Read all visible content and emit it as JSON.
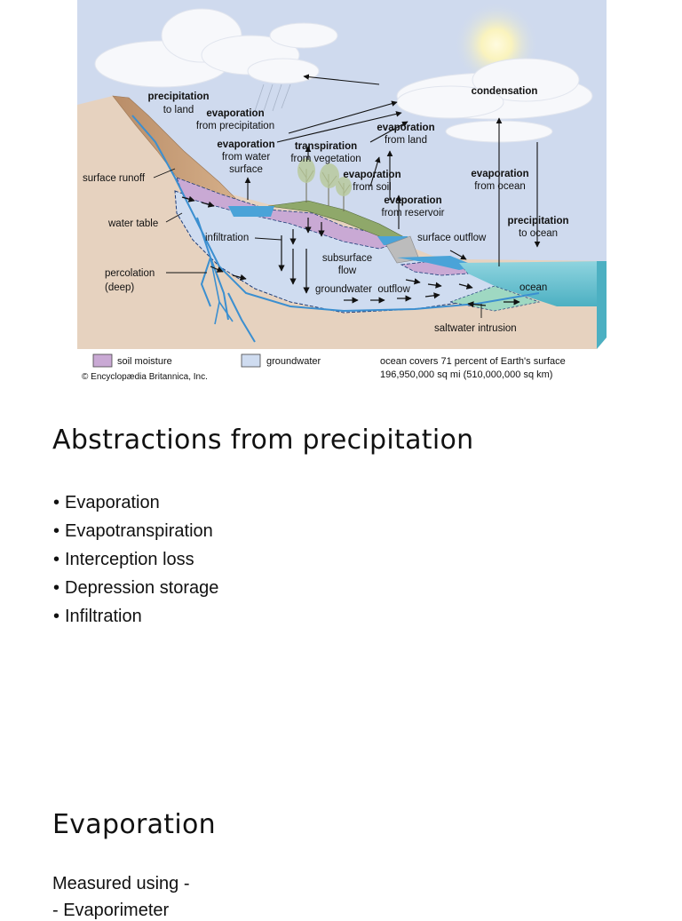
{
  "diagram": {
    "labels": {
      "precipitation_to_land_1": "precipitation",
      "precipitation_to_land_2": "to land",
      "evap_precip_1": "evaporation",
      "evap_precip_2": "from precipitation",
      "condensation": "condensation",
      "evap_land_1": "evaporation",
      "evap_land_2": "from land",
      "evap_water_1": "evaporation",
      "evap_water_2": "from water",
      "evap_water_3": "surface",
      "transpiration_1": "transpiration",
      "transpiration_2": "from vegetation",
      "evap_soil_1": "evaporation",
      "evap_soil_2": "from soil",
      "evap_reservoir_1": "evaporation",
      "evap_reservoir_2": "from reservoir",
      "evap_ocean_1": "evaporation",
      "evap_ocean_2": "from ocean",
      "precip_ocean_1": "precipitation",
      "precip_ocean_2": "to ocean",
      "surface_runoff": "surface runoff",
      "water_table": "water table",
      "infiltration": "infiltration",
      "surface_outflow": "surface outflow",
      "subsurface_1": "subsurface",
      "subsurface_2": "flow",
      "percolation_1": "percolation",
      "percolation_2": "(deep)",
      "groundwater_outflow": "groundwater  outflow",
      "ocean": "ocean",
      "saltwater_intrusion": "saltwater intrusion"
    },
    "legend": {
      "soil_moisture": "soil moisture",
      "groundwater": "groundwater",
      "ocean_note_1": "ocean covers 71 percent of Earth's surface",
      "ocean_note_2": "196,950,000 sq mi (510,000,000 sq km)",
      "copyright": "© Encyclopædia Britannica, Inc."
    },
    "colors": {
      "sky": "#cfdaee",
      "ground": "#e6d2bf",
      "soil_moisture": "#c9a9d4",
      "groundwater": "#cfdcf0",
      "ocean": "#6ac1cf",
      "water": "#4aa3d8"
    }
  },
  "heading_1": "Abstractions from precipitation",
  "bullets": [
    {
      "bullet": "•",
      "text": "Evaporation"
    },
    {
      "bullet": "•",
      "text": "Evapotranspiration"
    },
    {
      "bullet": "•",
      "text": "Interception loss"
    },
    {
      "bullet": "•",
      "text": "Depression storage"
    },
    {
      "bullet": "•",
      "text": "Infiltration"
    }
  ],
  "heading_2": "Evaporation",
  "measured_using": "Measured using -",
  "evaporimeter_item": "- Evaporimeter"
}
